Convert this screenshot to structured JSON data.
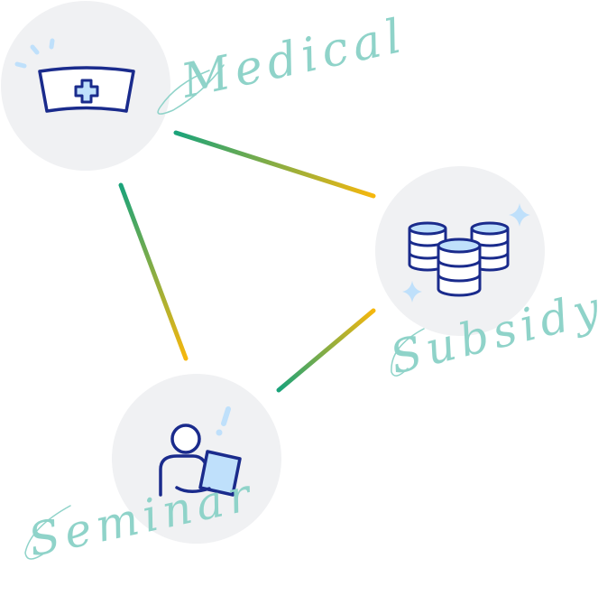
{
  "colors": {
    "circle_fill": "#f0f1f3",
    "icon_navy": "#1a2b8c",
    "icon_light_blue": "#bfe0fb",
    "label_mint": "#8fd3c9",
    "gradient_green": "#1aa37a",
    "gradient_yellow": "#f6b70d"
  },
  "nodes": {
    "medical": {
      "label": "Medical",
      "icon": "nurse-cap-icon"
    },
    "subsidy": {
      "label": "Subsidy",
      "icon": "coin-stack-icon"
    },
    "seminar": {
      "label": "Seminar",
      "icon": "presenter-icon"
    }
  },
  "connections": [
    {
      "from": "medical",
      "to": "subsidy"
    },
    {
      "from": "medical",
      "to": "seminar"
    },
    {
      "from": "subsidy",
      "to": "seminar"
    }
  ]
}
